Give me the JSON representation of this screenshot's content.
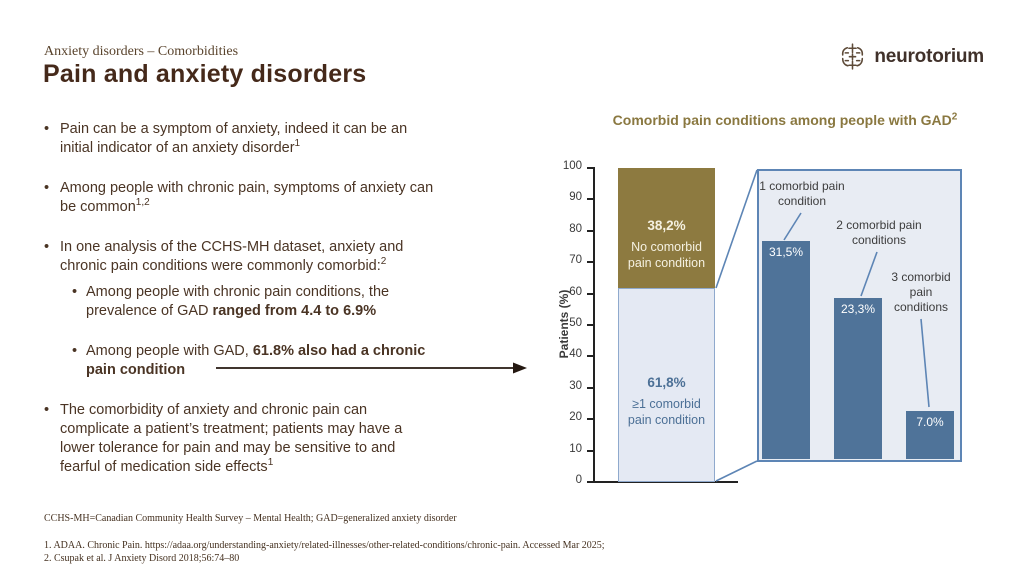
{
  "header": {
    "breadcrumb": "Anxiety disorders – Comorbidities",
    "title": "Pain and anxiety disorders",
    "logo_text": "neurotorium",
    "logo_icon": "brain-icon",
    "brand_color": "#45291a"
  },
  "bullets": [
    {
      "level": 1,
      "segments": [
        {
          "t": "Pain can be a symptom of anxiety, indeed it can be an"
        },
        {
          "br": true
        },
        {
          "t": "initial indicator of an anxiety disorder"
        },
        {
          "t": "1",
          "sup": true
        }
      ]
    },
    {
      "level": 1,
      "segments": [
        {
          "t": "Among people with chronic pain, symptoms of anxiety can"
        },
        {
          "br": true
        },
        {
          "t": "be common"
        },
        {
          "t": "1,2",
          "sup": true
        }
      ]
    },
    {
      "level": 1,
      "segments": [
        {
          "t": "In one analysis of the CCHS-MH dataset, anxiety and"
        },
        {
          "br": true
        },
        {
          "t": "chronic pain conditions were commonly comorbid:"
        },
        {
          "t": "2",
          "sup": true
        }
      ]
    },
    {
      "level": 2,
      "segments": [
        {
          "t": "Among people with chronic pain conditions, the"
        },
        {
          "br": true
        },
        {
          "t": "prevalence of GAD "
        },
        {
          "t": "ranged from 4.4 to 6.9%",
          "bold": true
        }
      ]
    },
    {
      "level": 2,
      "segments": [
        {
          "t": "Among people with GAD, "
        },
        {
          "t": "61.8% also had a chronic",
          "bold": true
        },
        {
          "br": true
        },
        {
          "t": "pain condition",
          "bold": true
        }
      ]
    },
    {
      "level": 1,
      "segments": [
        {
          "t": "The comorbidity of anxiety and chronic pain can"
        },
        {
          "br": true
        },
        {
          "t": "complicate a patient’s treatment; patients may have a"
        },
        {
          "br": true
        },
        {
          "t": "lower tolerance for pain and may be sensitive to and"
        },
        {
          "br": true
        },
        {
          "t": "fearful of medication side effects"
        },
        {
          "t": "1",
          "sup": true
        }
      ]
    }
  ],
  "chart_data": {
    "type": "bar",
    "title": "Comorbid pain conditions among people with GAD",
    "title_sup": "2",
    "ylabel": "Patients (%)",
    "ylim": [
      0,
      100
    ],
    "yticks": [
      0,
      10,
      20,
      30,
      40,
      50,
      60,
      70,
      80,
      90,
      100
    ],
    "grid": false,
    "main_bar": {
      "description": "single stacked bar, percent of patients with GAD",
      "segments": [
        {
          "name": "ge1-comorbid",
          "value": 61.8,
          "label": "61,8%",
          "sublabel": "≥1 comorbid pain condition",
          "color": "#e4e9f3",
          "text_color": "#4c7096"
        },
        {
          "name": "no-comorbid",
          "value": 38.2,
          "label": "38,2%",
          "sublabel": "No comorbid pain condition",
          "color": "#8d7a40",
          "text_color": "#f5f1e1"
        }
      ]
    },
    "inset": {
      "description": "zoom breakdown of the ≥1 comorbid pain condition segment",
      "bar_color": "#4f7399",
      "bars": [
        {
          "label": "1 comorbid pain condition",
          "value": 31.5,
          "value_label": "31,5%"
        },
        {
          "label": "2 comorbid pain conditions",
          "value": 23.3,
          "value_label": "23,3%"
        },
        {
          "label": "3 comorbid pain conditions",
          "value": 7.0,
          "value_label": "7.0%"
        }
      ]
    },
    "accent_colors": {
      "olive": "#8d7a40",
      "steel_blue": "#4f7399",
      "inset_border": "#5d85b5"
    }
  },
  "footer": {
    "abbreviations": "CCHS-MH=Canadian Community Health Survey – Mental Health; GAD=generalized anxiety disorder",
    "references": [
      "1. ADAA. Chronic Pain. https://adaa.org/understanding-anxiety/related-illnesses/other-related-conditions/chronic-pain. Accessed Mar 2025;",
      "2. Csupak et al. J Anxiety Disord 2018;56:74–80"
    ]
  }
}
